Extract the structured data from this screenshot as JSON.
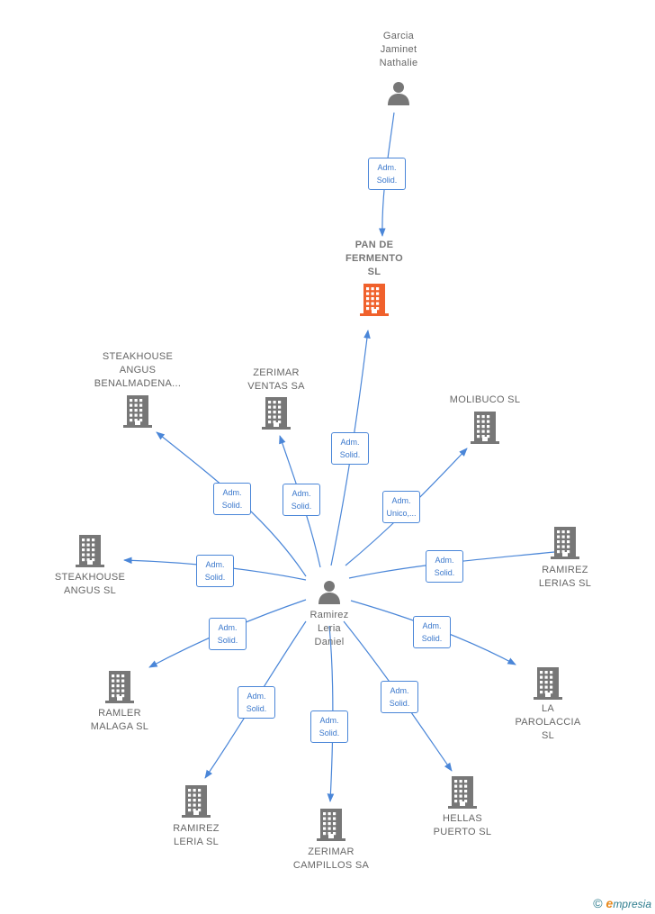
{
  "nodes": [
    {
      "id": "garcia",
      "type": "person",
      "label": "Garcia\nJaminet\nNathalie"
    },
    {
      "id": "pan",
      "type": "company",
      "label": "PAN DE\nFERMENTO\nSL",
      "highlight": true
    },
    {
      "id": "ramirez",
      "type": "person",
      "label": "Ramirez\nLeria\nDaniel"
    },
    {
      "id": "steak_ben",
      "type": "company",
      "label": "STEAKHOUSE\nANGUS\nBENALMADENA..."
    },
    {
      "id": "zer_ventas",
      "type": "company",
      "label": "ZERIMAR\nVENTAS SA"
    },
    {
      "id": "molibuco",
      "type": "company",
      "label": "MOLIBUCO  SL"
    },
    {
      "id": "steak_sl",
      "type": "company",
      "label": "STEAKHOUSE\nANGUS  SL"
    },
    {
      "id": "ram_lerias",
      "type": "company",
      "label": "RAMIREZ\nLERIAS SL"
    },
    {
      "id": "ramler",
      "type": "company",
      "label": "RAMLER\nMALAGA  SL"
    },
    {
      "id": "parolaccia",
      "type": "company",
      "label": "LA\nPAROLACCIA\nSL"
    },
    {
      "id": "ram_leria",
      "type": "company",
      "label": "RAMIREZ\nLERIA  SL"
    },
    {
      "id": "zer_camp",
      "type": "company",
      "label": "ZERIMAR\nCAMPILLOS SA"
    },
    {
      "id": "hellas",
      "type": "company",
      "label": "HELLAS\nPUERTO SL"
    }
  ],
  "edges": [
    {
      "from": "garcia",
      "to": "pan",
      "label": "Adm.\nSolid."
    },
    {
      "from": "ramirez",
      "to": "pan",
      "label": "Adm.\nSolid."
    },
    {
      "from": "ramirez",
      "to": "steak_ben",
      "label": "Adm.\nSolid."
    },
    {
      "from": "ramirez",
      "to": "zer_ventas",
      "label": "Adm.\nSolid."
    },
    {
      "from": "ramirez",
      "to": "molibuco",
      "label": "Adm.\nUnico,..."
    },
    {
      "from": "ramirez",
      "to": "steak_sl",
      "label": "Adm.\nSolid."
    },
    {
      "from": "ramirez",
      "to": "ram_lerias",
      "label": "Adm.\nSolid."
    },
    {
      "from": "ramirez",
      "to": "ramler",
      "label": "Adm.\nSolid."
    },
    {
      "from": "ramirez",
      "to": "parolaccia",
      "label": "Adm.\nSolid."
    },
    {
      "from": "ramirez",
      "to": "ram_leria",
      "label": "Adm.\nSolid."
    },
    {
      "from": "ramirez",
      "to": "zer_camp",
      "label": "Adm.\nSolid."
    },
    {
      "from": "ramirez",
      "to": "hellas",
      "label": "Adm.\nSolid."
    }
  ],
  "colors": {
    "edge": "#4a86d8",
    "company": "#777777",
    "company_highlight": "#f0612c",
    "person": "#777777"
  },
  "icons": {
    "person": "person-icon",
    "company": "building-icon"
  },
  "footer": {
    "copyright_symbol": "©",
    "brand_first_letter": "e",
    "brand_rest": "mpresia"
  }
}
